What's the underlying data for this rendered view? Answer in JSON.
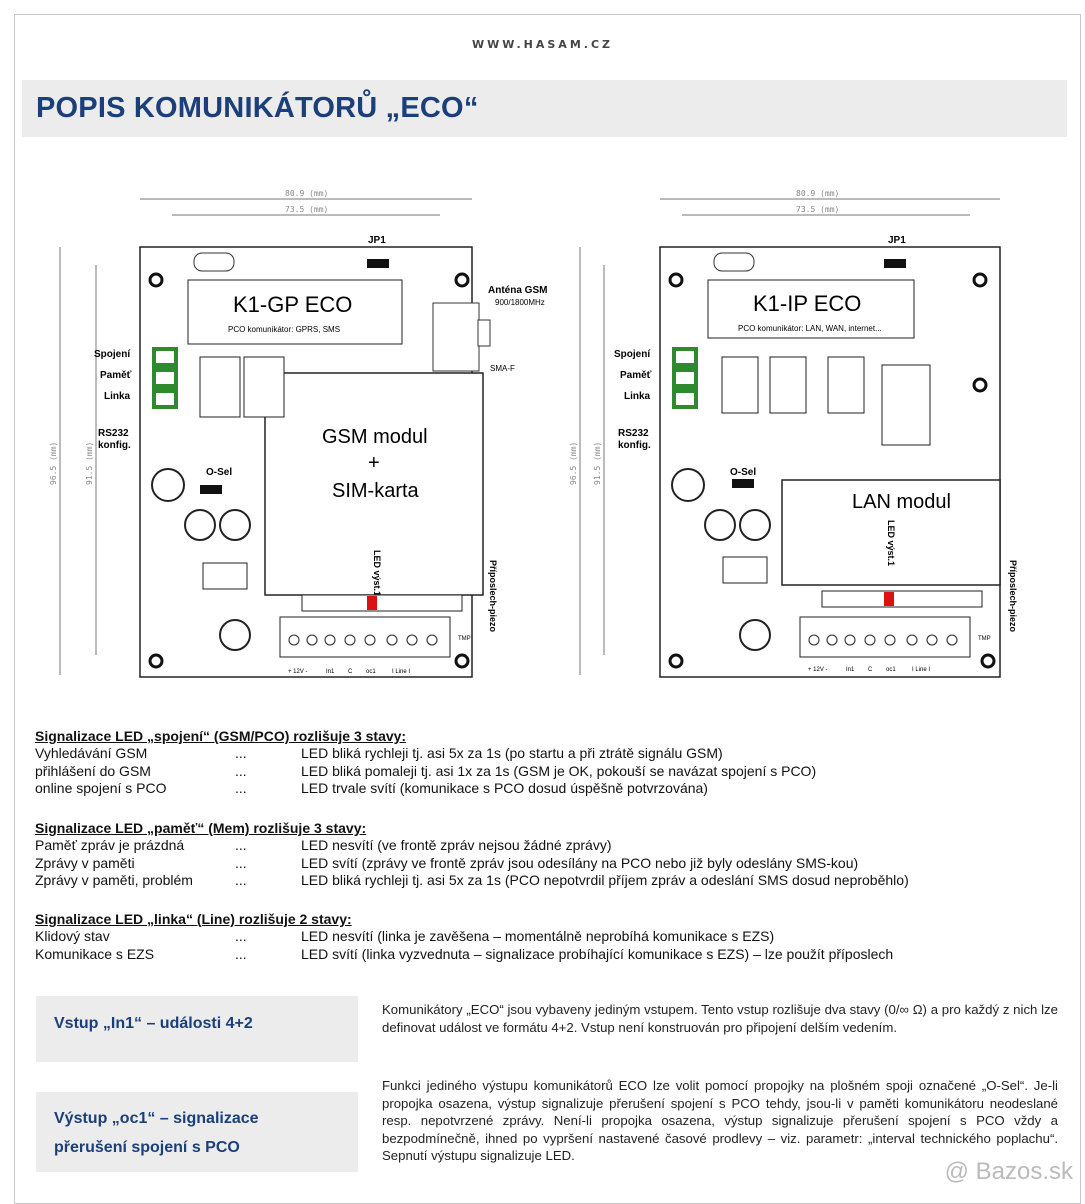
{
  "header": {
    "site": "WWW.HASAM.CZ",
    "title": "POPIS KOMUNIKÁTORŮ „ECO“"
  },
  "board_left": {
    "dim_outer": "80.9 (mm)",
    "dim_inner": "73.5 (mm)",
    "dim_v_outer": "96.5 (mm)",
    "dim_v_inner": "91.5 (mm)",
    "jp1": "JP1",
    "name": "K1-GP ECO",
    "sub": "PCO komunikátor:    GPRS, SMS",
    "spojeni": "Spojení",
    "pamet": "Paměť",
    "linka": "Linka",
    "rs232": "RS232",
    "konfig": "konfig.",
    "osel": "O-Sel",
    "antenna": "Anténa GSM",
    "antenna_freq": "900/1800MHz",
    "smaf": "SMA-F",
    "module_1": "GSM modul",
    "module_2": "+",
    "module_3": "SIM-karta",
    "led_vyst": "LED výst.1",
    "priposlech": "Příposlech-piezo",
    "tmp": "TMP",
    "term_1": "+ 12V -",
    "term_2": "In1",
    "term_3": "C",
    "term_4": "oc1",
    "term_5": "I  Line  I"
  },
  "board_right": {
    "dim_outer": "80.9 (mm)",
    "dim_inner": "73.5 (mm)",
    "dim_v_outer": "96.5 (mm)",
    "dim_v_inner": "91.5 (mm)",
    "jp1": "JP1",
    "name": "K1-IP ECO",
    "sub": "PCO komunikátor:    LAN, WAN, internet...",
    "spojeni": "Spojení",
    "pamet": "Paměť",
    "linka": "Linka",
    "rs232": "RS232",
    "konfig": "konfig.",
    "osel": "O-Sel",
    "module": "LAN modul",
    "led_vyst": "LED výst.1",
    "priposlech": "Příposlech-piezo",
    "tmp": "TMP",
    "term_1": "+ 12V -",
    "term_2": "In1",
    "term_3": "C",
    "term_4": "oc1",
    "term_5": "I  Line  I"
  },
  "sections": [
    {
      "heading": "Signalizace LED „spojení“ (GSM/PCO) rozlišuje 3 stavy:",
      "rows": [
        {
          "a": "Vyhledávání GSM",
          "d": "...",
          "b": "LED bliká rychleji tj. asi 5x za 1s (po startu a při ztrátě signálu GSM)"
        },
        {
          "a": "přihlášení do GSM",
          "d": "...",
          "b": "LED bliká pomaleji tj. asi 1x za 1s (GSM je OK, pokouší se navázat spojení s PCO)"
        },
        {
          "a": "online spojení s PCO",
          "d": "...",
          "b": "LED trvale svítí (komunikace s PCO dosud úspěšně potvrzována)"
        }
      ]
    },
    {
      "heading": "Signalizace LED „paměť“ (Mem) rozlišuje 3 stavy:",
      "rows": [
        {
          "a": "Paměť zpráv je prázdná",
          "d": "...",
          "b": "LED nesvítí (ve frontě zpráv nejsou žádné zprávy)"
        },
        {
          "a": "Zprávy v paměti",
          "d": "...",
          "b": "LED svítí (zprávy ve frontě zpráv jsou odesílány na PCO nebo již byly odeslány SMS-kou)"
        },
        {
          "a": "Zprávy v paměti, problém",
          "d": "...",
          "b": "LED bliká rychleji tj. asi 5x za 1s (PCO nepotvrdil příjem zpráv a odeslání SMS dosud neproběhlo)"
        }
      ]
    },
    {
      "heading": "Signalizace LED „linka“ (Line) rozlišuje 2 stavy:",
      "rows": [
        {
          "a": "Klidový stav",
          "d": "...",
          "b": "LED nesvítí (linka je zavěšena – momentálně neprobíhá komunikace s EZS)"
        },
        {
          "a": "Komunikace s EZS",
          "d": "...",
          "b": "LED svítí (linka vyzvednuta – signalizace probíhající komunikace s EZS) – lze použít příposlech"
        }
      ]
    }
  ],
  "boxes": {
    "in1_1": "Vstup „In1“ – události 4+2",
    "oc1_1": "Výstup „oc1“ – signalizace",
    "oc1_2": "přerušení spojení s PCO"
  },
  "paragraphs": {
    "in1": "Komunikátory „ECO“ jsou vybaveny jediným vstupem. Tento vstup rozlišuje dva stavy (0/∞ Ω) a pro každý z nich lze definovat událost ve formátu 4+2. Vstup není konstruován pro připojení delším vedením.",
    "oc1": "Funkci jediného výstupu komunikátorů ECO lze volit pomocí propojky na plošném spoji označené „O-Sel“. Je-li propojka osazena, výstup signalizuje přerušení spojení s PCO tehdy, jsou-li v paměti komunikátoru neodeslané resp. nepotvrzené zprávy. Není-li propojka osazena, výstup signalizuje přerušení spojení s PCO vždy a bezpodmínečně, ihned po vypršení nastavené časové prodlevy – viz. parametr: „interval technického poplachu“. Sepnutí výstupu signalizuje LED."
  },
  "watermark": "@ Bazos.sk"
}
